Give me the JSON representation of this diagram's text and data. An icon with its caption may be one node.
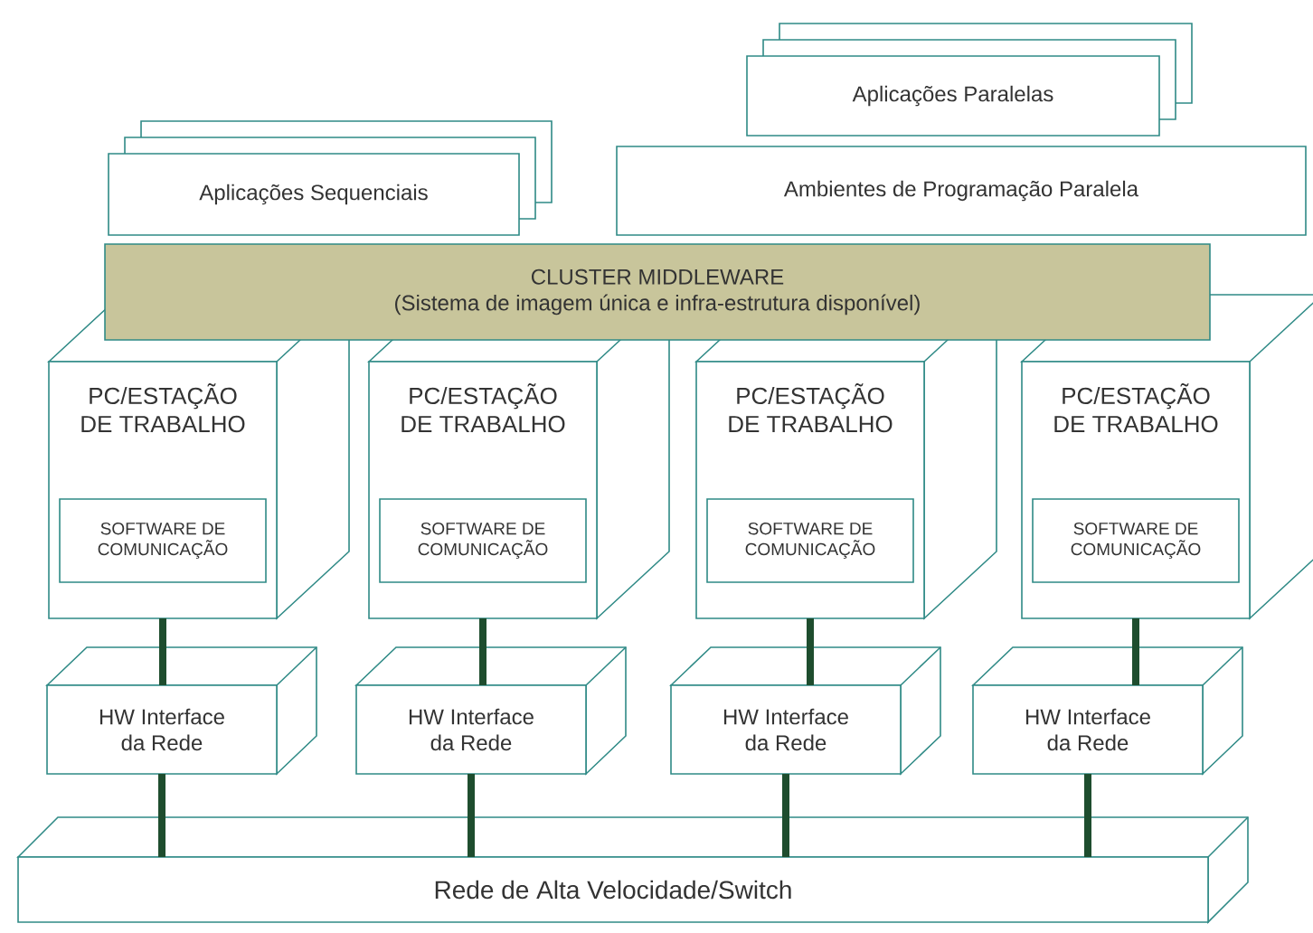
{
  "diagram": {
    "nodes": [
      {
        "text": [
          "Aplicações Paralelas"
        ]
      },
      {
        "text": [
          "Aplicações Sequenciais"
        ]
      },
      {
        "text": [
          "Ambientes de Programação Paralela"
        ]
      },
      {
        "text": [
          "CLUSTER MIDDLEWARE",
          "(Sistema de imagem única e infra-estrutura disponível)"
        ]
      },
      {
        "text": [
          "PC/ESTAÇÃO DE TRABALHO"
        ]
      },
      {
        "text": [
          "SOFTWARE DE COMUNICAÇÃO"
        ],
        "in": 4
      },
      {
        "text": [
          "PC/ESTAÇÃO DE TRABALHO"
        ]
      },
      {
        "text": [
          "SOFTWARE DE COMUNICAÇÃO"
        ],
        "in": 6
      },
      {
        "text": [
          "PC/ESTAÇÃO DE TRABALHO"
        ]
      },
      {
        "text": [
          "SOFTWARE DE COMUNICAÇÃO"
        ],
        "in": 8
      },
      {
        "text": [
          "PC/ESTAÇÃO DE TRABALHO"
        ]
      },
      {
        "text": [
          "SOFTWARE DE COMUNICAÇÃO"
        ],
        "in": 10
      },
      {
        "text": [
          "HW Interface da Rede"
        ]
      },
      {
        "text": [
          "HW Interface da Rede"
        ]
      },
      {
        "text": [
          "HW Interface da Rede"
        ]
      },
      {
        "text": [
          "HW Interface da Rede"
        ]
      },
      {
        "text": [
          "Rede de Alta Velocidade/Switch"
        ]
      }
    ],
    "edges": [
      {
        "from": 4,
        "to": 12,
        "arrow": "none"
      },
      {
        "from": 6,
        "to": 13,
        "arrow": "none"
      },
      {
        "from": 8,
        "to": 14,
        "arrow": "none"
      },
      {
        "from": 10,
        "to": 15,
        "arrow": "none"
      },
      {
        "from": 12,
        "to": 16,
        "arrow": "none"
      },
      {
        "from": 13,
        "to": 16,
        "arrow": "none"
      },
      {
        "from": 14,
        "to": 16,
        "arrow": "none"
      },
      {
        "from": 15,
        "to": 16,
        "arrow": "none"
      }
    ]
  }
}
